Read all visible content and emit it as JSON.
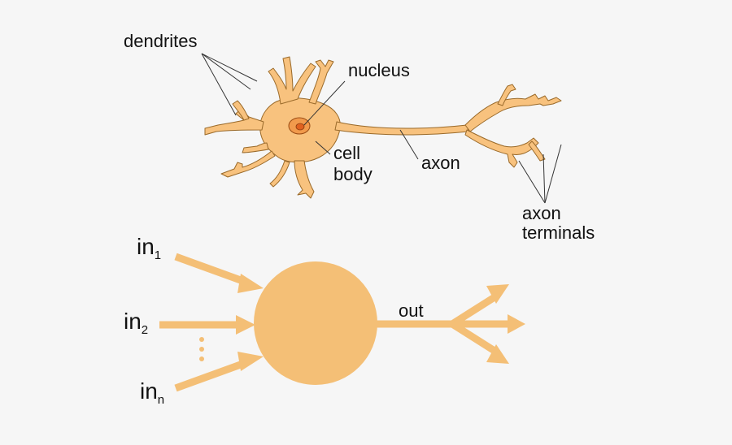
{
  "colors": {
    "background": "#f6f6f6",
    "neuron_fill": "#f8c27e",
    "neuron_stroke": "#9a6a2a",
    "nucleus_outer": "#f19a4c",
    "nucleus_inner": "#e0611f",
    "model_fill": "#f4bf76",
    "leader_line": "#333333"
  },
  "neuron": {
    "labels": {
      "dendrites": "dendrites",
      "nucleus": "nucleus",
      "cell_body_line1": "cell",
      "cell_body_line2": "body",
      "axon": "axon",
      "axon_terminals_line1": "axon",
      "axon_terminals_line2": "terminals"
    }
  },
  "model": {
    "inputs": [
      {
        "base": "in",
        "sub": "1"
      },
      {
        "base": "in",
        "sub": "2"
      },
      {
        "base": "in",
        "sub": "n"
      }
    ],
    "output_label": "out"
  }
}
